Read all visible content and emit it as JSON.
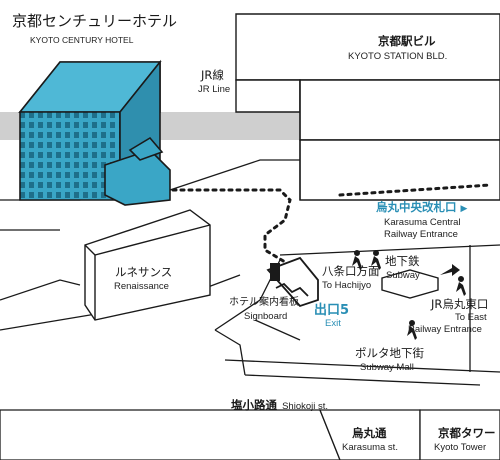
{
  "hotel": {
    "name_jp": "京都センチュリーホテル",
    "name_en": "KYOTO CENTURY HOTEL"
  },
  "station": {
    "name_jp": "京都駅ビル",
    "name_en": "KYOTO STATION BLD."
  },
  "jr_line": {
    "jp": "JR線",
    "en": "JR Line"
  },
  "renaissance": {
    "jp": "ルネサンス",
    "en": "Renaissance"
  },
  "karasuma_central": {
    "jp": "烏丸中央改札口",
    "arrow": "▶",
    "en_line1": "Karasuma Central",
    "en_line2": "Railway Entrance"
  },
  "hachijo": {
    "jp": "八条口方面",
    "en": "To Hachijyo"
  },
  "subway": {
    "jp": "地下鉄",
    "en": "Subway"
  },
  "jr_karasuma_east": {
    "jp": "JR烏丸東口",
    "en_line1": "To East",
    "en_line2": "Railway Entrance"
  },
  "signboard": {
    "jp": "ホテル案内看板",
    "en": "Signboard"
  },
  "exit5": {
    "jp": "出口5",
    "en": "Exit"
  },
  "porta": {
    "jp": "ポルタ地下街",
    "en": "Subway Mall"
  },
  "shiokoji": {
    "jp": "塩小路通",
    "en": "Shiokoji st."
  },
  "karasuma_st": {
    "jp": "烏丸通",
    "en": "Karasuma st."
  },
  "kyoto_tower": {
    "jp": "京都タワー",
    "en": "Kyoto Tower"
  },
  "colors": {
    "hotel": "#3aa6c6",
    "route_blue": "#2a8fb5",
    "line": "#1a1a1a",
    "rail": "#c8c8c8"
  },
  "icons": [
    "person-walking-icon",
    "stairs-icon",
    "direction-arrow-icon"
  ]
}
